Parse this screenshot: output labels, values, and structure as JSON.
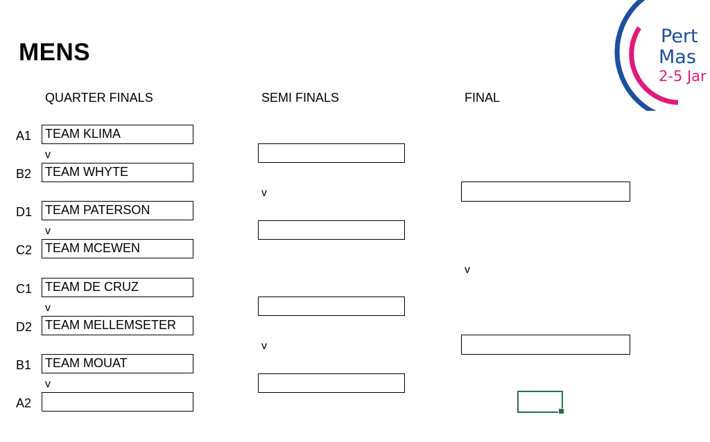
{
  "title": "MENS",
  "headers": {
    "quarter": "QUARTER FINALS",
    "semi": "SEMI FINALS",
    "final": "FINAL"
  },
  "quarter_finals": [
    {
      "seed_a": "A1",
      "team_a": "TEAM KLIMA",
      "vs": "v",
      "seed_b": "B2",
      "team_b": "TEAM WHYTE"
    },
    {
      "seed_a": "D1",
      "team_a": "TEAM PATERSON",
      "vs": "v",
      "seed_b": "C2",
      "team_b": "TEAM MCEWEN"
    },
    {
      "seed_a": "C1",
      "team_a": "TEAM DE CRUZ",
      "vs": "v",
      "seed_b": "D2",
      "team_b": "TEAM MELLEMSETER"
    },
    {
      "seed_a": "B1",
      "team_a": "TEAM MOUAT",
      "vs": "v",
      "seed_b": "A2",
      "team_b": ""
    }
  ],
  "semi_finals": {
    "vs": [
      "v",
      "v"
    ],
    "teams": [
      "",
      "",
      "",
      ""
    ]
  },
  "final": {
    "vs": "v",
    "teams": [
      "",
      ""
    ]
  },
  "logo": {
    "line1": "Pert",
    "line2": "Mas",
    "line3": "2-5 Jar",
    "colors": {
      "outer": "#1b4fa0",
      "inner": "#e2197a",
      "text": "#1b4fa0",
      "date": "#e2197a"
    }
  },
  "selection_color": "#217346"
}
